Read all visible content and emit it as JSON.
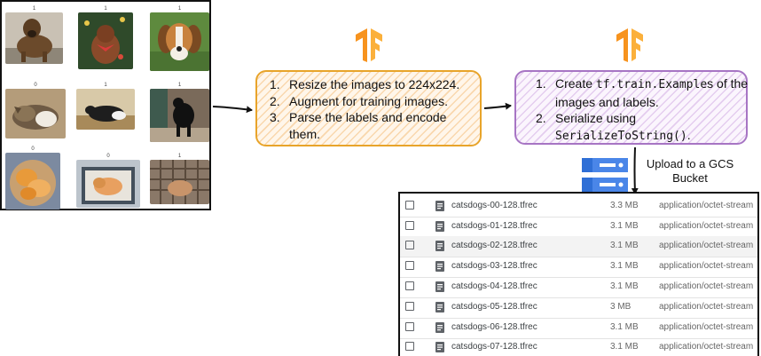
{
  "image_grid": {
    "cells": [
      {
        "label": "1",
        "subject": "dog"
      },
      {
        "label": "1",
        "subject": "dog"
      },
      {
        "label": "1",
        "subject": "dog"
      },
      {
        "label": "0",
        "subject": "cat"
      },
      {
        "label": "1",
        "subject": "dog"
      },
      {
        "label": "1",
        "subject": "dog"
      },
      {
        "label": "0",
        "subject": "cat"
      },
      {
        "label": "0",
        "subject": "cat"
      },
      {
        "label": "1",
        "subject": "dog"
      }
    ]
  },
  "preprocess_box": {
    "steps": [
      {
        "num": "1.",
        "text": "Resize the images to 224x224."
      },
      {
        "num": "2.",
        "text": "Augment for training images."
      },
      {
        "num": "3.",
        "text": "Parse the labels and encode them."
      }
    ]
  },
  "serialize_box": {
    "step1": {
      "num": "1.",
      "pre": "Create ",
      "code": "tf.train.Example",
      "post": "s of the images and labels."
    },
    "step2": {
      "num": "2.",
      "pre": "Serialize using ",
      "code": "SerializeToString()",
      "post": "."
    }
  },
  "upload": {
    "line1": "Upload  to a GCS",
    "line2": "Bucket"
  },
  "colors": {
    "tf_orange": "#f7931e",
    "orange_border": "#e8a42a",
    "purple_border": "#a775c4",
    "gcs_blue": "#4a86e8"
  },
  "files": [
    {
      "name": "catsdogs-00-128.tfrec",
      "size": "3.3 MB",
      "type": "application/octet-stream"
    },
    {
      "name": "catsdogs-01-128.tfrec",
      "size": "3.1 MB",
      "type": "application/octet-stream"
    },
    {
      "name": "catsdogs-02-128.tfrec",
      "size": "3.1 MB",
      "type": "application/octet-stream"
    },
    {
      "name": "catsdogs-03-128.tfrec",
      "size": "3.1 MB",
      "type": "application/octet-stream"
    },
    {
      "name": "catsdogs-04-128.tfrec",
      "size": "3.1 MB",
      "type": "application/octet-stream"
    },
    {
      "name": "catsdogs-05-128.tfrec",
      "size": "3 MB",
      "type": "application/octet-stream"
    },
    {
      "name": "catsdogs-06-128.tfrec",
      "size": "3.1 MB",
      "type": "application/octet-stream"
    },
    {
      "name": "catsdogs-07-128.tfrec",
      "size": "3.1 MB",
      "type": "application/octet-stream"
    }
  ]
}
